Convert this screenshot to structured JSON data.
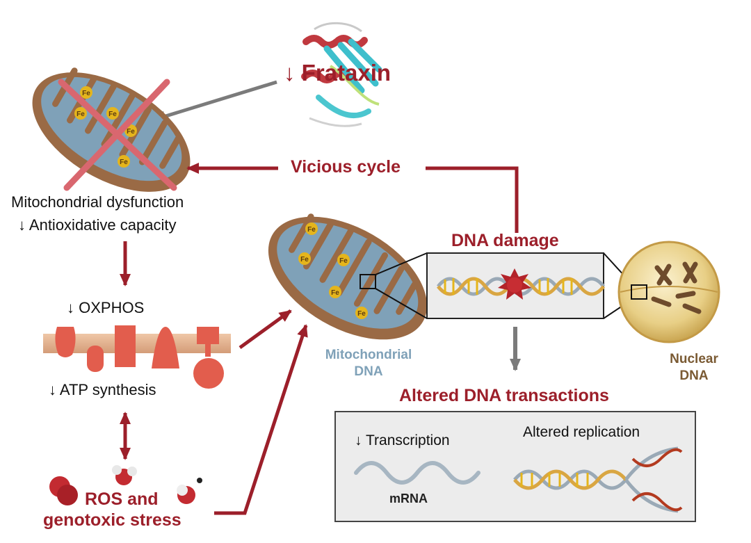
{
  "frataxin": {
    "arrow": "↓",
    "label": "Frataxin"
  },
  "mito_left": {
    "fe_label": "Fe",
    "line1": "Mitochondrial dysfunction",
    "line2_arrow": "↓",
    "line2": "Antioxidative capacity"
  },
  "vicious_cycle": "Vicious cycle",
  "oxphos": {
    "arrow": "↓",
    "label": "OXPHOS"
  },
  "atp": {
    "arrow": "↓",
    "label": "ATP synthesis"
  },
  "ros": {
    "line1": "ROS and",
    "line2": "genotoxic stress"
  },
  "dna_damage": "DNA damage",
  "mito_dna": {
    "line1": "Mitochondrial",
    "line2": "DNA"
  },
  "nuclear_dna": {
    "line1": "Nuclear",
    "line2": "DNA"
  },
  "altered": {
    "title": "Altered DNA transactions",
    "transcription_arrow": "↓",
    "transcription": "Transcription",
    "mrna": "mRNA",
    "replication": "Altered replication"
  },
  "colors": {
    "dark_red": "#9c1f2a",
    "mito_outer": "#9a6a45",
    "mito_inner": "#7fa1b8",
    "fe": "#e5b51c",
    "grey_arrow": "#7b7b7b",
    "nucleus": "#e6cd87"
  }
}
